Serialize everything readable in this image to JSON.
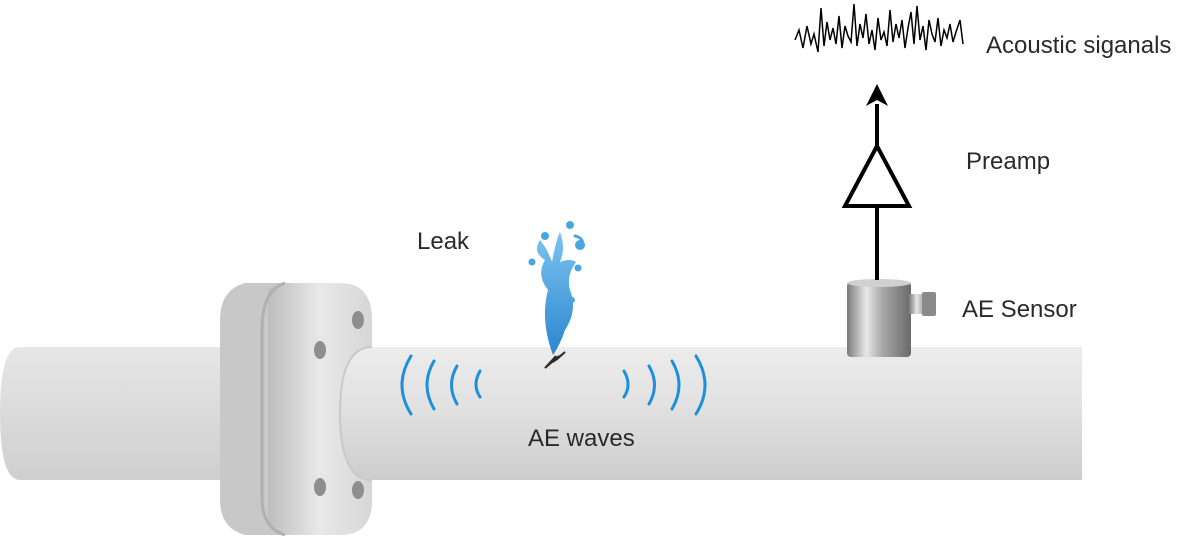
{
  "labels": {
    "leak": "Leak",
    "ae_waves": "AE waves",
    "preamp": "Preamp",
    "ae_sensor": "AE Sensor",
    "acoustic_signals": "Acoustic siganals"
  },
  "colors": {
    "pipe": "#dcdcdc",
    "pipe_shadow": "#b9b9b9",
    "wave": "#1e8fdc",
    "water": "#4aa6e0",
    "sensor": "#a0a0a0",
    "line": "#000000"
  },
  "icons": [
    "pipe",
    "flange",
    "water-leak-icon",
    "crack-icon",
    "ae-wave-arcs",
    "sensor-cylinder",
    "amplifier-triangle",
    "arrow-up",
    "waveform"
  ]
}
